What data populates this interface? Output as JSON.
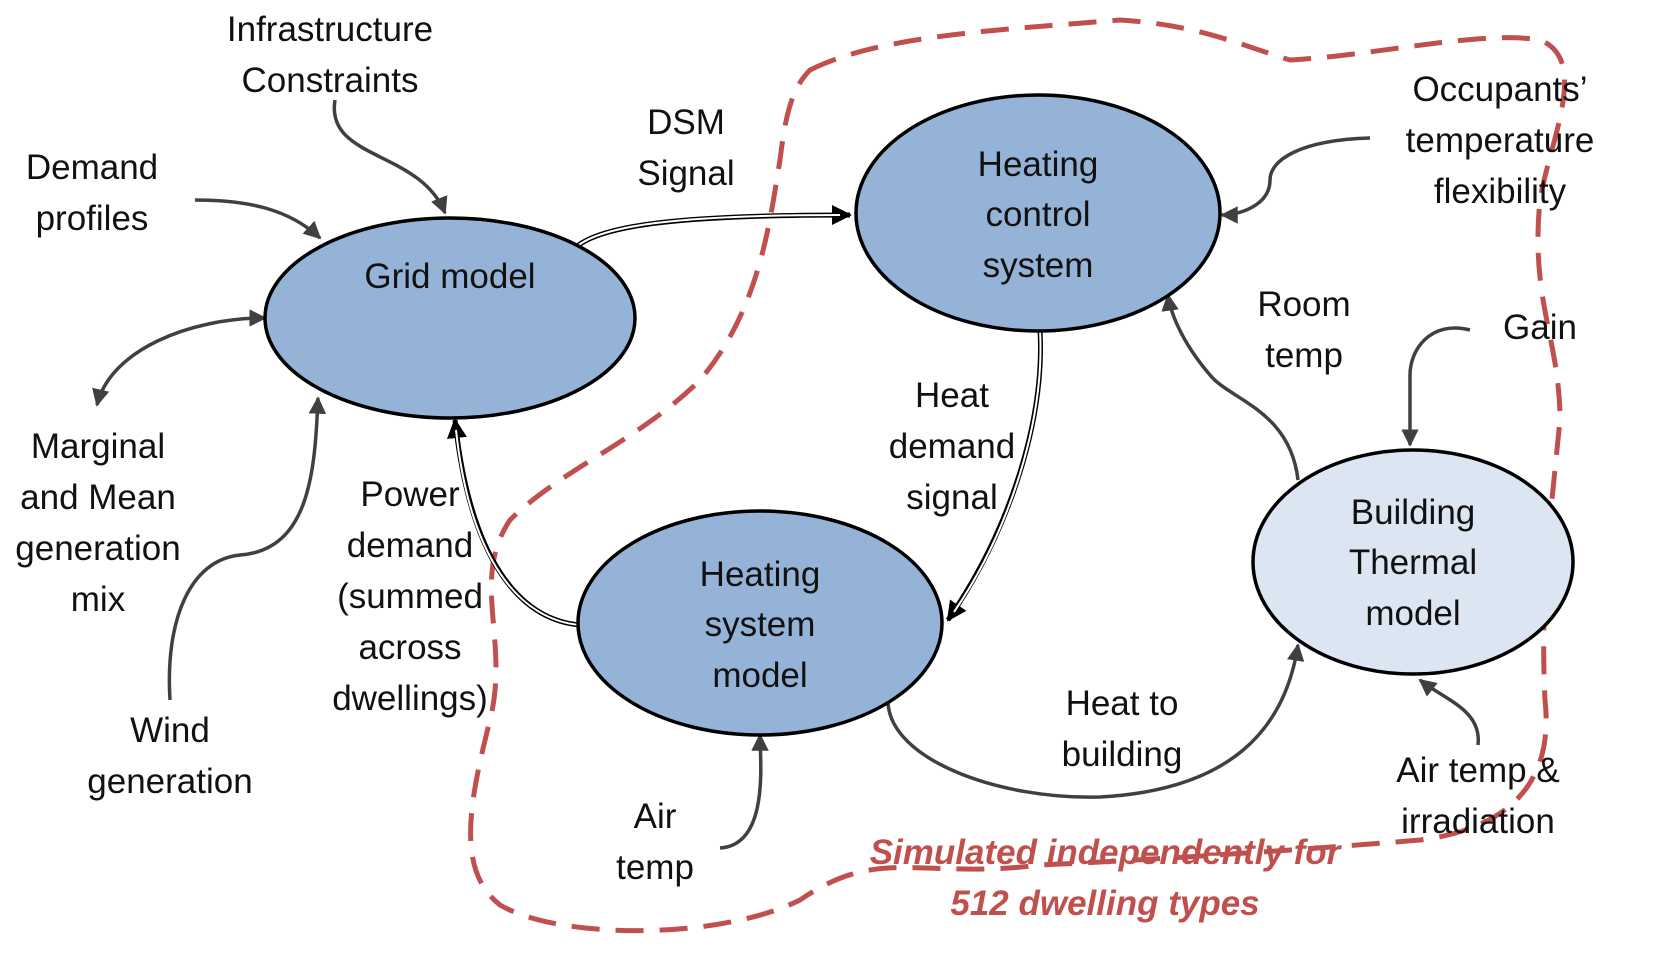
{
  "nodes": {
    "grid_model": {
      "label": [
        "Grid model"
      ]
    },
    "heating_control": {
      "label": [
        "Heating",
        "control",
        "system"
      ]
    },
    "heating_system": {
      "label": [
        "Heating",
        "system",
        "model"
      ]
    },
    "building_thermal": {
      "label": [
        "Building",
        "Thermal",
        "model"
      ]
    }
  },
  "inputs": {
    "infrastructure": [
      "Infrastructure",
      "Constraints"
    ],
    "demand_profiles": [
      "Demand",
      "profiles"
    ],
    "marginal_mean": [
      "Marginal",
      "and Mean",
      "generation",
      "mix"
    ],
    "wind": [
      "Wind",
      "generation"
    ],
    "occupants": [
      "Occupants’",
      "temperature",
      "flexibility"
    ],
    "gain": [
      "Gain"
    ],
    "air_temp_irradiation": [
      "Air temp &",
      "irradiation"
    ],
    "air_temp": [
      "Air",
      "temp"
    ]
  },
  "edges": {
    "dsm_signal": [
      "DSM",
      "Signal"
    ],
    "heat_demand_signal": [
      "Heat",
      "demand",
      "signal"
    ],
    "power_demand": [
      "Power",
      "demand",
      "(summed",
      "across",
      "dwellings)"
    ],
    "room_temp": [
      "Room",
      "temp"
    ],
    "heat_to_building": [
      "Heat to",
      "building"
    ]
  },
  "boundary_note": [
    "Simulated independently for",
    "512 dwelling types"
  ],
  "colors": {
    "node_dark": "#95b3d7",
    "node_light": "#dce6f2",
    "boundary": "#c0504d",
    "arrow": "#404040"
  }
}
